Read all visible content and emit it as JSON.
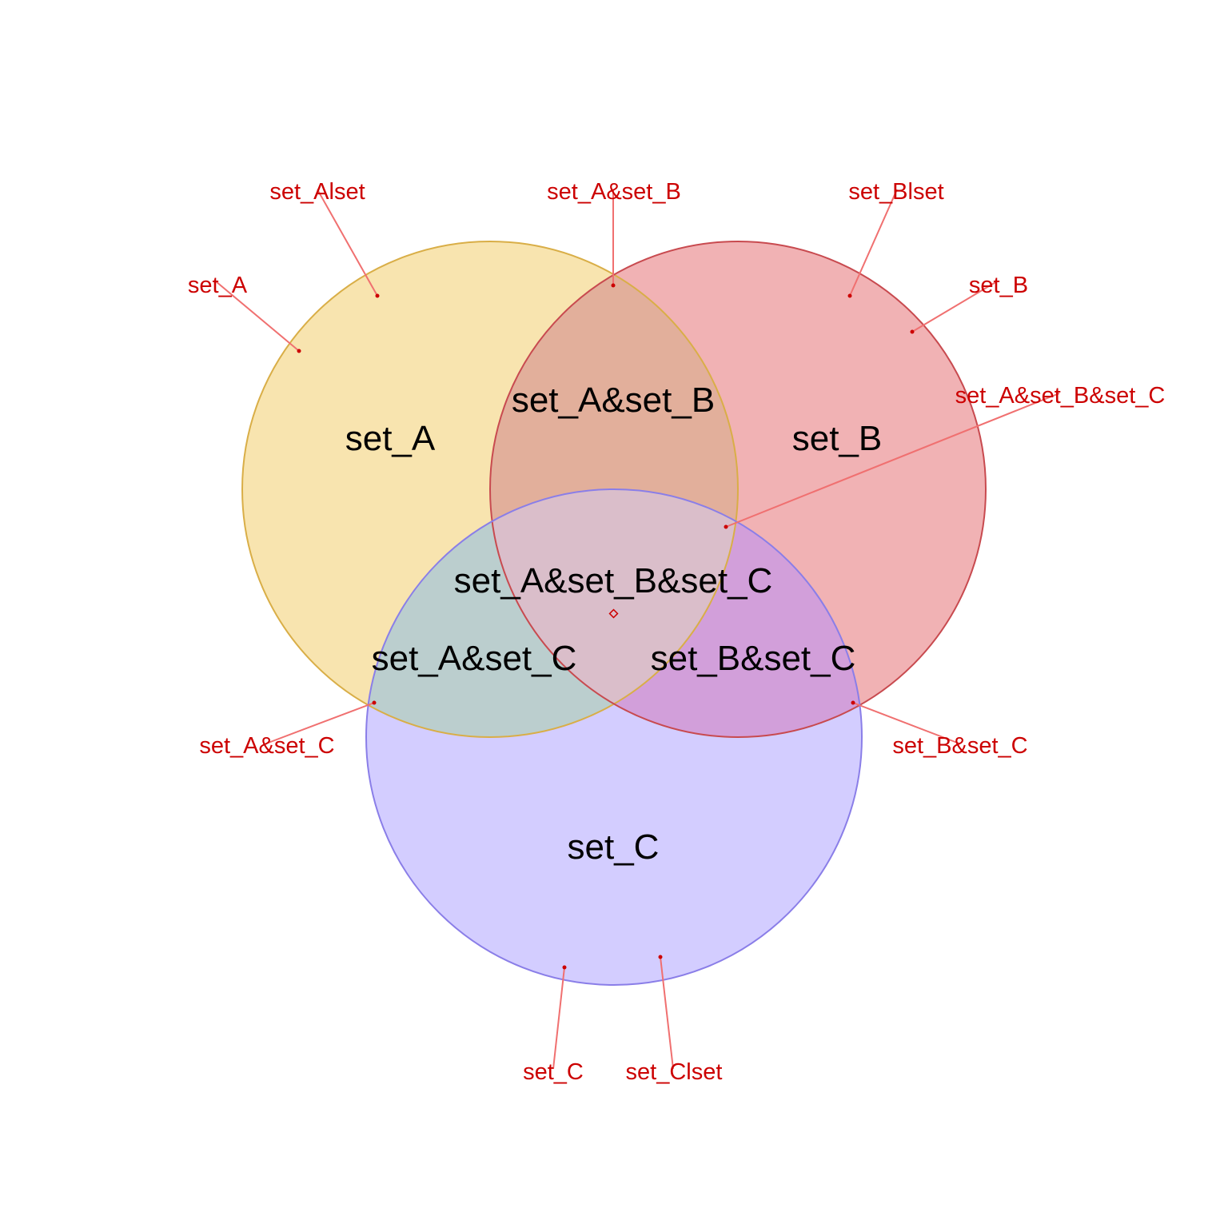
{
  "diagram": {
    "sets": [
      {
        "id": "A",
        "name": "set_A",
        "fill": "#f2c95f",
        "stroke": "#d9ae47"
      },
      {
        "id": "B",
        "name": "set_B",
        "fill": "#e4666a",
        "stroke": "#c84a4f"
      },
      {
        "id": "C",
        "name": "set_C",
        "fill": "#a79bff",
        "stroke": "#8a7ee8"
      }
    ],
    "overlap_colors": {
      "AC": "#a9d9c6",
      "BC": "#dc93da"
    },
    "region_labels": {
      "a_only": "set_A",
      "b_only": "set_B",
      "c_only": "set_C",
      "ab": "set_A&set_B",
      "ac": "set_A&set_C",
      "bc": "set_B&set_C",
      "abc": "set_A&set_B&set_C"
    },
    "callouts": {
      "a_lset": "set_Alset",
      "a": "set_A",
      "ab": "set_A&set_B",
      "b_lset": "set_Blset",
      "b": "set_B",
      "abc": "set_A&set_B&set_C",
      "ac": "set_A&set_C",
      "bc": "set_B&set_C",
      "c": "set_C",
      "c_lset": "set_Clset"
    },
    "callout_color": "#cc0000",
    "leader_color": "#f07070"
  }
}
